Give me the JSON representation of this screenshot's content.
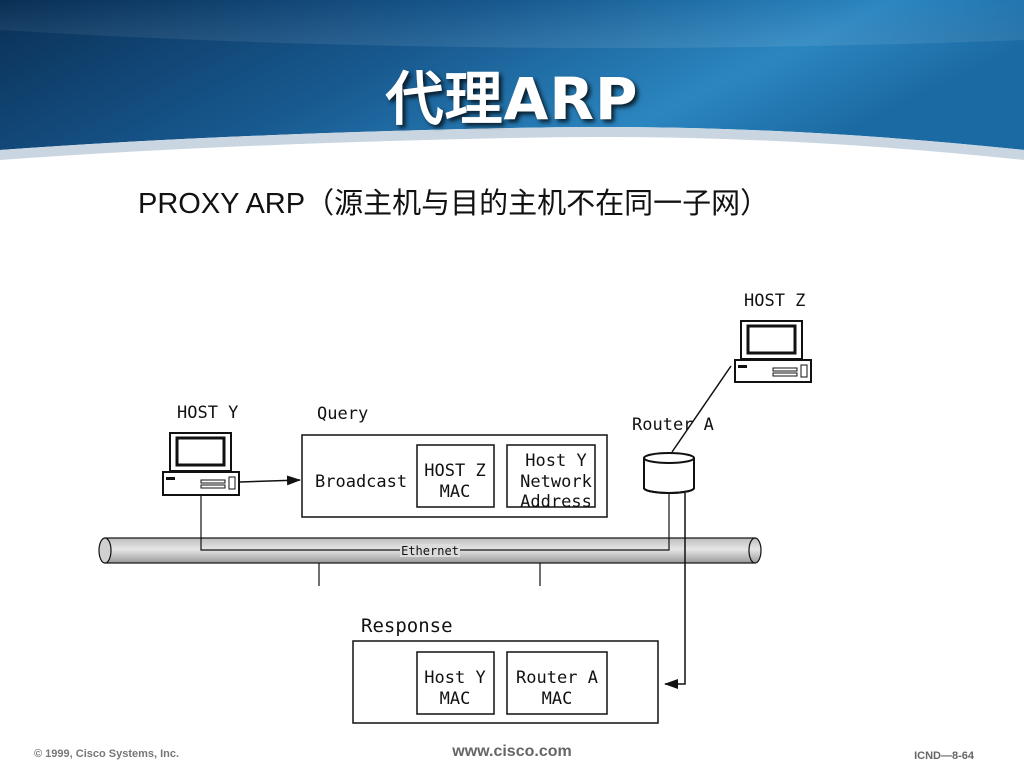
{
  "slide": {
    "title": "代理ARP",
    "subtitle": "PROXY ARP（源主机与目的主机不在同一子网）"
  },
  "diagram": {
    "host_y_label": "HOST Y",
    "host_z_label": "HOST Z",
    "router_label": "Router A",
    "query_label": "Query",
    "broadcast_label": "Broadcast",
    "query_mac": [
      "HOST Z",
      "MAC"
    ],
    "query_address": [
      "Host Y",
      "Network",
      "Address"
    ],
    "ethernet_label": "Ethernet",
    "response_label": "Response",
    "response_host": [
      "Host Y",
      "MAC"
    ],
    "response_router": [
      "Router A",
      "MAC"
    ]
  },
  "footer": {
    "copyright": "© 1999, Cisco Systems, Inc.",
    "website": "www.cisco.com",
    "page_code": "ICND—8-64"
  },
  "colors": {
    "header_dark": "#0c3a63",
    "header_light": "#2d88c2",
    "line": "#111111"
  }
}
